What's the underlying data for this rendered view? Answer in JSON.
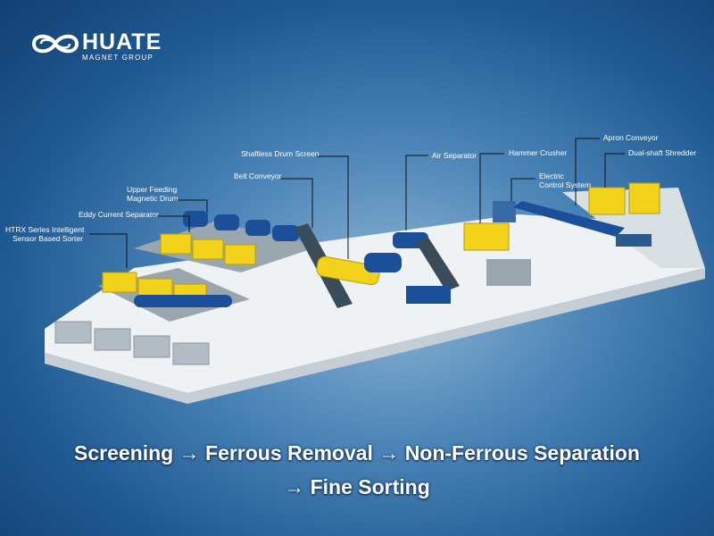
{
  "brand": {
    "name": "HUATE",
    "subtitle": "MAGNET GROUP"
  },
  "labels": {
    "htrx_1": "HTRX Series Intelligent",
    "htrx_2": "Sensor Based Sorter",
    "eddy": "Eddy Current Separator",
    "upper_1": "Upper Feeding",
    "upper_2": "Magnetic Drum",
    "belt": "Belt Conveyor",
    "shaftless": "Shaftless Drum Screen",
    "air": "Air Separator",
    "hammer": "Hammer Crusher",
    "electric_1": "Electric",
    "electric_2": "Control System",
    "apron": "Apron Conveyor",
    "shredder": "Dual-shaft Shredder"
  },
  "caption": {
    "line1": "Screening → Ferrous Removal → Non-Ferrous Separation",
    "line2": "→ Fine Sorting"
  },
  "colors": {
    "machine_yellow": "#f2d21b",
    "machine_blue": "#1b4f9a",
    "platform": "#e9eef0"
  }
}
